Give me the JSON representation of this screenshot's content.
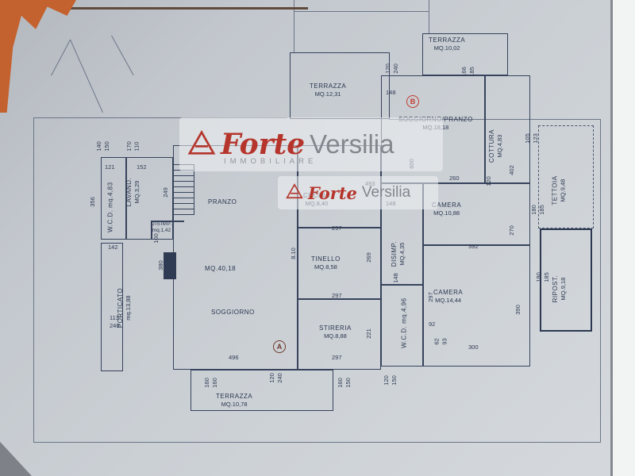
{
  "watermark": {
    "forte": "Forte",
    "versilia": "Versilia",
    "subtitle": "IMMOBILIARE"
  },
  "markers": {
    "a": "A",
    "b": "B"
  },
  "rooms": [
    {
      "name": "TERRAZZA",
      "area": "MQ.12,31"
    },
    {
      "name": "TERRAZZA",
      "area": "MQ.10,02"
    },
    {
      "name": "SOGGIORNO/PRANZO",
      "area": "MQ.18,18"
    },
    {
      "name": "COTTURA",
      "area": "MQ.4,83"
    },
    {
      "name": "CAMERA",
      "area": "MQ.10,88"
    },
    {
      "name": "CAMERA",
      "area": "MQ.14,44"
    },
    {
      "name": "CUCINA",
      "area": "MQ.8,40"
    },
    {
      "name": "PRANZO",
      "area": ""
    },
    {
      "name": "MQ.40,18",
      "area": ""
    },
    {
      "name": "TINELLO",
      "area": "MQ.8,58"
    },
    {
      "name": "SOGGIORNO",
      "area": ""
    },
    {
      "name": "STIRERIA",
      "area": "MQ.8,88"
    },
    {
      "name": "LAVAND.",
      "area": "MQ.3,29"
    },
    {
      "name": "W.C.D. mq.4,83",
      "area": ""
    },
    {
      "name": "DISIMP.",
      "area": "mq.1,42"
    },
    {
      "name": "DISIMP.",
      "area": "MQ.4,35"
    },
    {
      "name": "W.C.D. mq.4,96",
      "area": ""
    },
    {
      "name": "PORTICATO",
      "area": "mq.13,88"
    },
    {
      "name": "TERRAZZA",
      "area": "MQ.10,78"
    },
    {
      "name": "TETTOIA",
      "area": "MQ.9,48"
    },
    {
      "name": "RIPOST.",
      "area": "MQ.9,18"
    }
  ],
  "dims": [
    "140",
    "150",
    "170",
    "110",
    "121",
    "152",
    "249",
    "356",
    "142",
    "100",
    "380",
    "113",
    "240",
    "496",
    "160",
    "160",
    "120",
    "240",
    "160",
    "150",
    "120",
    "150",
    "297",
    "297",
    "297",
    "8.10",
    "269",
    "221",
    "600",
    "493",
    "148",
    "148",
    "120",
    "240",
    "148",
    "166",
    "185",
    "260",
    "120",
    "402",
    "105",
    "123",
    "392",
    "270",
    "180",
    "185",
    "297",
    "92",
    "62",
    "93",
    "300",
    "390",
    "180",
    "185"
  ]
}
